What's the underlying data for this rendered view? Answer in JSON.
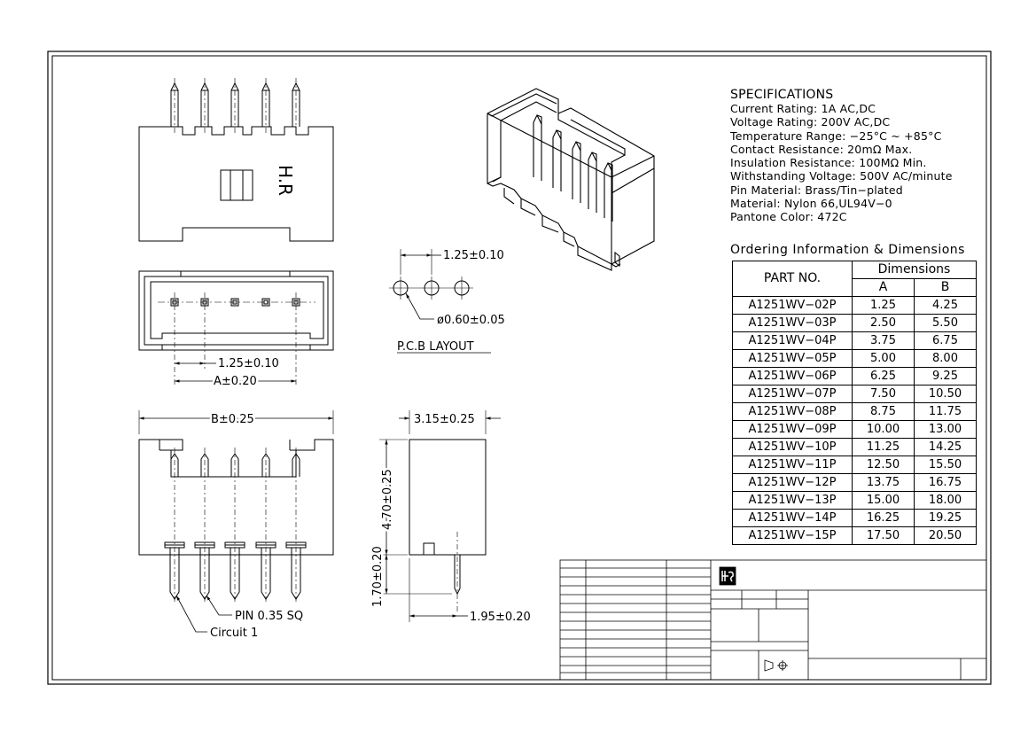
{
  "drawing": {
    "brand_mark": "H.R",
    "labels": {
      "pcb_pitch": "1.25±0.10",
      "pcb_hole": "ø0.60±0.05",
      "pcb_layout": "P.C.B LAYOUT",
      "top_pitch": "1.25±0.10",
      "dim_a": "A±0.20",
      "dim_b": "B±0.25",
      "side_width": "3.15±0.25",
      "side_height": "4.70±0.25",
      "pin_length": "1.70±0.20",
      "pin_offset": "1.95±0.20",
      "pin_size": "PIN  0.35  SQ",
      "circuit": "Circuit  1"
    }
  },
  "specifications": {
    "title": "SPECIFICATIONS",
    "lines": [
      "Current  Rating:  1A  AC,DC",
      "Voltage  Rating:  200V  AC,DC",
      "Temperature  Range:  −25°C  ~  +85°C",
      "Contact  Resistance:  20mΩ  Max.",
      "Insulation  Resistance:  100MΩ  Min.",
      "Withstanding  Voltage:  500V  AC/minute",
      "Pin  Material:  Brass/Tin−plated",
      "Material:  Nylon  66,UL94V−0",
      "Pantone  Color:  472C"
    ]
  },
  "ordering": {
    "title": "Ordering  Information  &  Dimensions",
    "col_part": "PART  NO.",
    "col_dims": "Dimensions",
    "col_a": "A",
    "col_b": "B",
    "rows": [
      [
        "A1251WV−02P",
        "1.25",
        "4.25"
      ],
      [
        "A1251WV−03P",
        "2.50",
        "5.50"
      ],
      [
        "A1251WV−04P",
        "3.75",
        "6.75"
      ],
      [
        "A1251WV−05P",
        "5.00",
        "8.00"
      ],
      [
        "A1251WV−06P",
        "6.25",
        "9.25"
      ],
      [
        "A1251WV−07P",
        "7.50",
        "10.50"
      ],
      [
        "A1251WV−08P",
        "8.75",
        "11.75"
      ],
      [
        "A1251WV−09P",
        "10.00",
        "13.00"
      ],
      [
        "A1251WV−10P",
        "11.25",
        "14.25"
      ],
      [
        "A1251WV−11P",
        "12.50",
        "15.50"
      ],
      [
        "A1251WV−12P",
        "13.75",
        "16.75"
      ],
      [
        "A1251WV−13P",
        "15.00",
        "18.00"
      ],
      [
        "A1251WV−14P",
        "16.25",
        "19.25"
      ],
      [
        "A1251WV−15P",
        "17.50",
        "20.50"
      ]
    ]
  }
}
